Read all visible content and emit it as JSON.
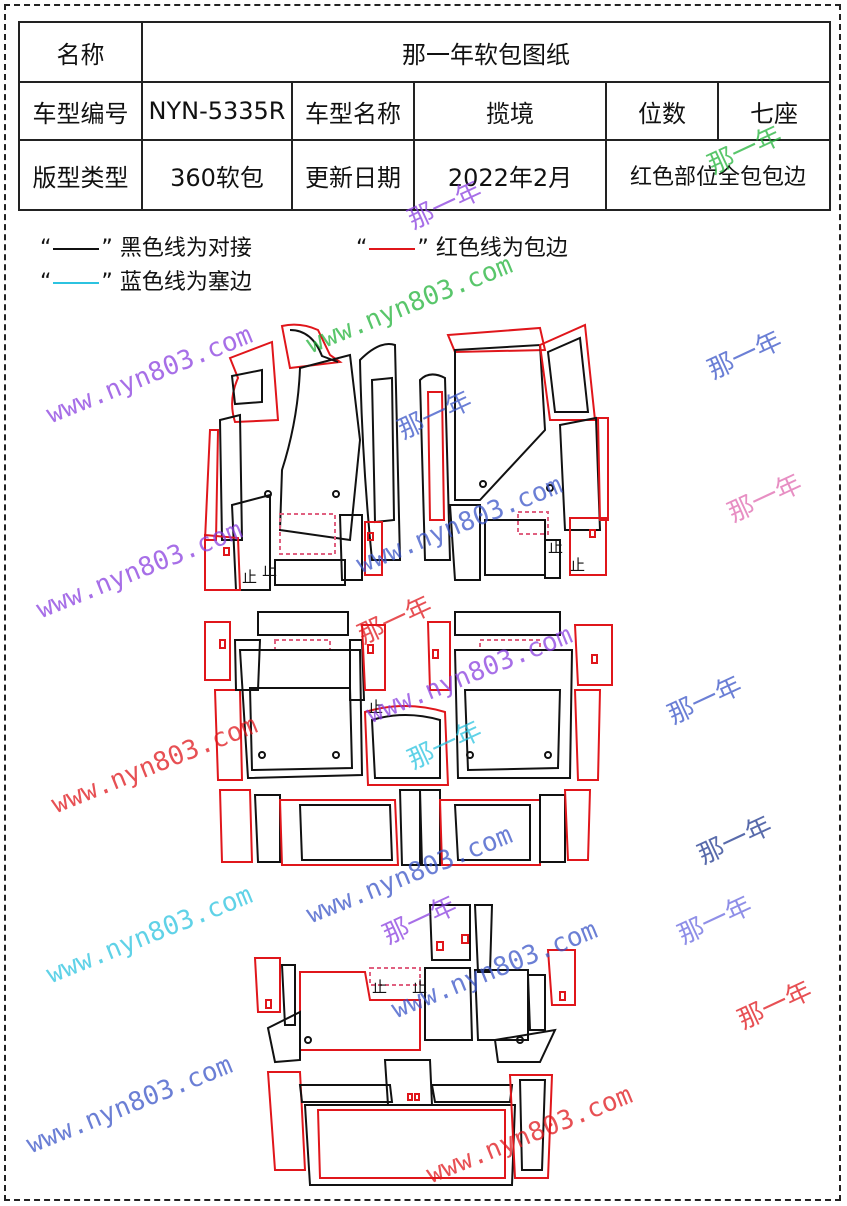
{
  "table": {
    "row1": {
      "label": "名称",
      "value": "那一年软包图纸"
    },
    "row2": {
      "model_code_label": "车型编号",
      "model_code": "NYN-5335R",
      "model_name_label": "车型名称",
      "model_name": "揽境",
      "seats_label": "位数",
      "seats": "七座"
    },
    "row3": {
      "type_label": "版型类型",
      "type": "360软包",
      "update_label": "更新日期",
      "update": "2022年2月",
      "note": "红色部位全包包边"
    }
  },
  "legend": {
    "black": {
      "q1": "“",
      "q2": "”",
      "text": "黑色线为对接",
      "color": "#111111"
    },
    "red": {
      "q1": "“",
      "q2": "”",
      "text": "红色线为包边",
      "color": "#e0161b"
    },
    "blue": {
      "q1": "“",
      "q2": "”",
      "text": "蓝色线为塞边",
      "color": "#2cc3e0"
    }
  },
  "watermarks": {
    "url": "www.nyn803.com",
    "name": "那一年"
  },
  "part_label": "止",
  "colors": {
    "black_line": "#111111",
    "red_line": "#e0161b",
    "dash_pink": "#e06080"
  }
}
